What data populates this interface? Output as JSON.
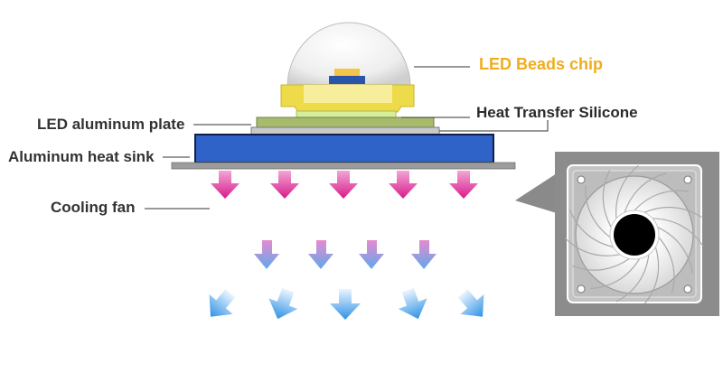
{
  "labels": {
    "led_beads_chip": "LED Beads chip",
    "heat_transfer_silicone": "Heat Transfer Silicone",
    "led_aluminum_plate": "LED aluminum plate",
    "aluminum_heat_sink": "Aluminum heat sink",
    "cooling_fan": "Cooling fan"
  },
  "colors": {
    "chip_label": "#f0ad1e",
    "label_text": "#333333",
    "dome": "#e6e6e6",
    "led_base": "#eedb4a",
    "chip_core": "#2a55a8",
    "chip_pad": "#f3c64a",
    "plate": "#a8ba6b",
    "silicone": "#c9c9c9",
    "heat_sink": "#2f63c7",
    "base_strip": "#9c9c9c",
    "hot_arrow": "#e4369a",
    "cool_arrow": "#3d9be8",
    "fan_frame": "#bfbfbf",
    "fan_blade": "#f4f4f4",
    "fan_hub": "#000000"
  },
  "icons": {
    "hot_air": "arrow-down-icon",
    "cool_air": "arrow-down-icon",
    "fan": "fan-icon"
  },
  "fan": {
    "blade_count": 15
  }
}
